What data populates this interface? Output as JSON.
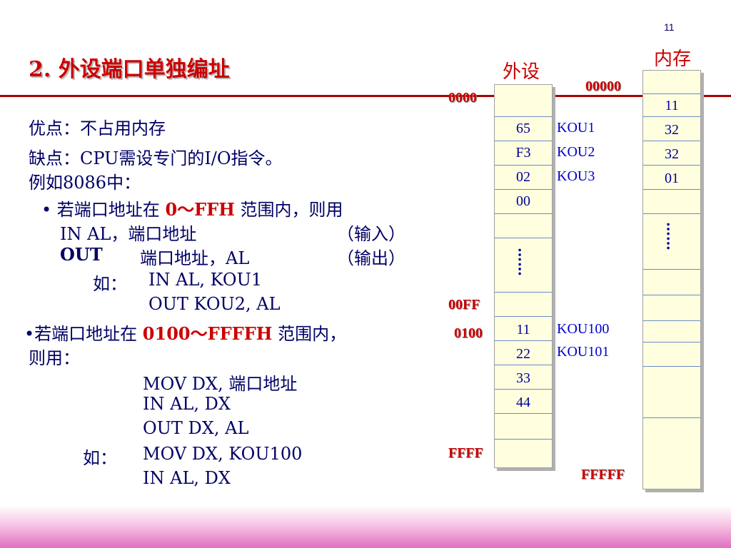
{
  "slide": {
    "page_number": "11",
    "title": "2. 外设端口单独编址"
  },
  "text": {
    "adv": "优点：不占用内存",
    "dis": "缺点：CPU需设专门的I/O指令。",
    "example": "例如8086中：",
    "b1_pre": "若端口地址在 ",
    "b1_range": "0～FFH",
    "b1_post": " 范围内，则用",
    "in_line": "IN   AL，端口地址",
    "in_note": "（输入）",
    "out_line": "OUT",
    "out_rest": "端口地址，AL",
    "out_note": "（输出）",
    "ru1": "如：",
    "ex1": "IN  AL, KOU1",
    "ex2": "OUT  KOU2,  AL",
    "b2_pre": "若端口地址在 ",
    "b2_range": "0100～FFFFH",
    "b2_post": " 范围内，",
    "b2_line2": "则用：",
    "mov": "MOV  DX, 端口地址",
    "indx": "IN  AL, DX",
    "outdx": "OUT  DX, AL",
    "ru2": "如：",
    "mov2": "MOV  DX,  KOU100",
    "in2": "IN   AL, DX",
    "bullet": "•"
  },
  "io_space": {
    "label": "外设",
    "addr_start": "0000",
    "addr_00ff": "00FF",
    "addr_0100": "0100",
    "addr_end": "FFFF",
    "cells": [
      "65",
      "F3",
      "02",
      "00",
      "11",
      "22",
      "33",
      "44"
    ],
    "ellipsis": "……",
    "ports": [
      "KOU1",
      "KOU2",
      "KOU3",
      "KOU100",
      "KOU101"
    ]
  },
  "memory": {
    "label": "内存",
    "addr_start": "00000",
    "addr_end": "FFFFF",
    "cells": [
      "11",
      "32",
      "32",
      "01"
    ],
    "ellipsis": "……"
  }
}
